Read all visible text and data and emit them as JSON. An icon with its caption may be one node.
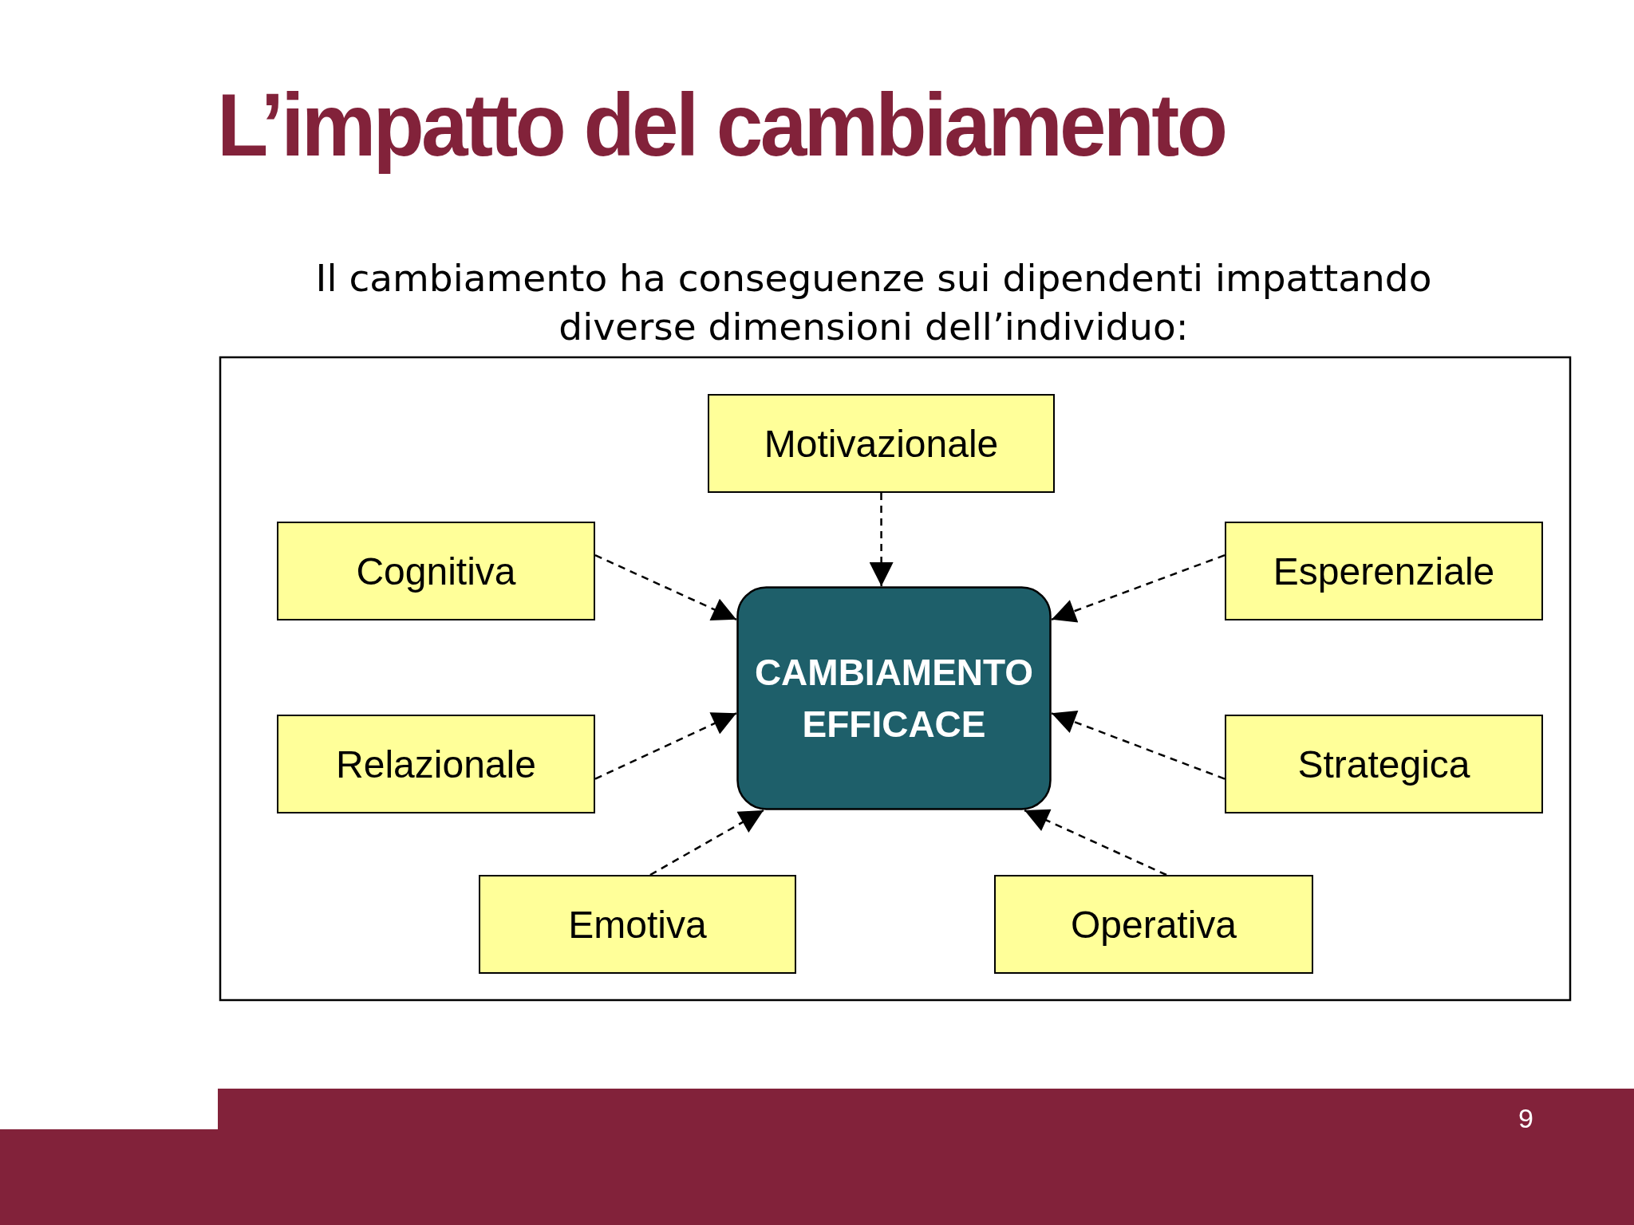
{
  "diagram": {
    "title": "L’impatto del cambiamento",
    "caption": "Il cambiamento ha conseguenze sui dipendenti impattando diverse dimensioni dell’individuo:",
    "nodes": [
      {
        "text": [
          "Motivazionale"
        ]
      },
      {
        "text": [
          "Cognitiva"
        ]
      },
      {
        "text": [
          "Esperenziale"
        ]
      },
      {
        "text": [
          "CAMBIAMENTO EFFICACE"
        ]
      },
      {
        "text": [
          "Relazionale"
        ]
      },
      {
        "text": [
          "Strategica"
        ]
      },
      {
        "text": [
          "Emotiva"
        ]
      },
      {
        "text": [
          "Operativa"
        ]
      }
    ],
    "edges": [
      {
        "from": 0,
        "to": 3,
        "arrow": "to",
        "style": "dashed"
      },
      {
        "from": 1,
        "to": 3,
        "arrow": "to",
        "style": "dashed"
      },
      {
        "from": 2,
        "to": 3,
        "arrow": "to",
        "style": "dashed"
      },
      {
        "from": 4,
        "to": 3,
        "arrow": "to",
        "style": "dashed"
      },
      {
        "from": 5,
        "to": 3,
        "arrow": "to",
        "style": "dashed"
      },
      {
        "from": 6,
        "to": 3,
        "arrow": "to",
        "style": "dashed"
      },
      {
        "from": 7,
        "to": 3,
        "arrow": "to",
        "style": "dashed"
      }
    ],
    "labels": [
      "9"
    ]
  }
}
